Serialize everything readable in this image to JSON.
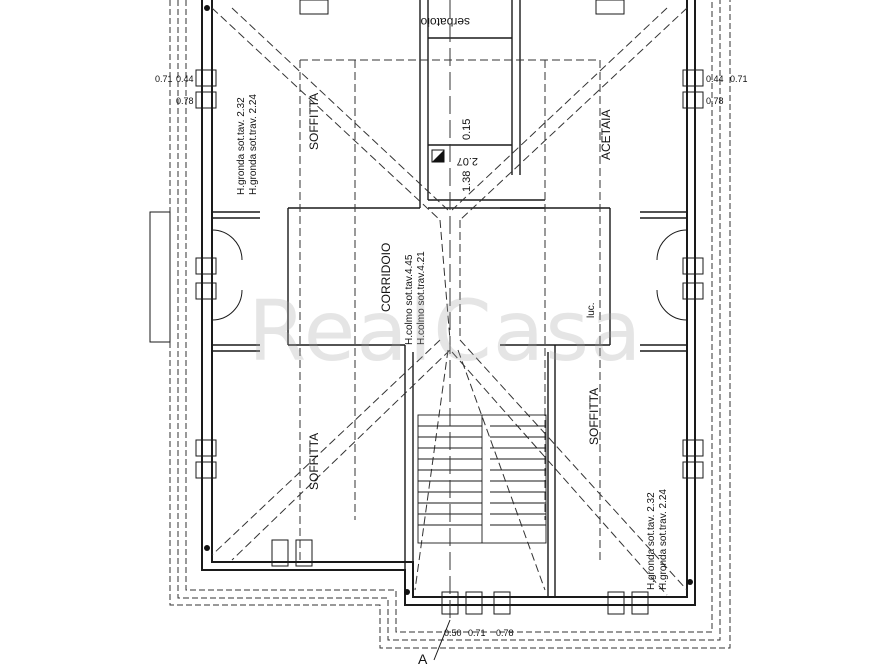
{
  "rooms": {
    "serbatoio": "serbatoio",
    "soffitta_top_left": "SOFFITTA",
    "acetaia": "ACETAIA",
    "corridoio": "CORRIDOIO",
    "soffitta_bottom_left": "SOFFITTA",
    "soffitta_bottom_right": "SOFFITTA",
    "luc": "luc."
  },
  "heights": {
    "left_top_gronda": "H.gronda sot.tav. 2.32",
    "left_top_trav": "H.gronda sot.trav. 2.24",
    "corridoio_colmo_tav": "H.colmo sot.tav.4.45",
    "corridoio_colmo_trav": "H.colmo sot.trav.4.21",
    "right_bottom_gronda": "H.gronda sot.tav. 2.32",
    "right_bottom_trav": "H.gronda sot.trav. 2.24"
  },
  "dimensions": {
    "d015": "0.15",
    "d138": "1.38",
    "d207": "2.07",
    "win_side": "0.44",
    "win_side_b": "0.71",
    "win_side_c": "0.78",
    "win_bottom_50": "0.50",
    "win_bottom_71": "0.71",
    "win_bottom_78": "0.78"
  },
  "section_marker": "A",
  "watermark": "RealCasa",
  "colors": {
    "line": "#1a1a1a",
    "dash": "#333333"
  }
}
